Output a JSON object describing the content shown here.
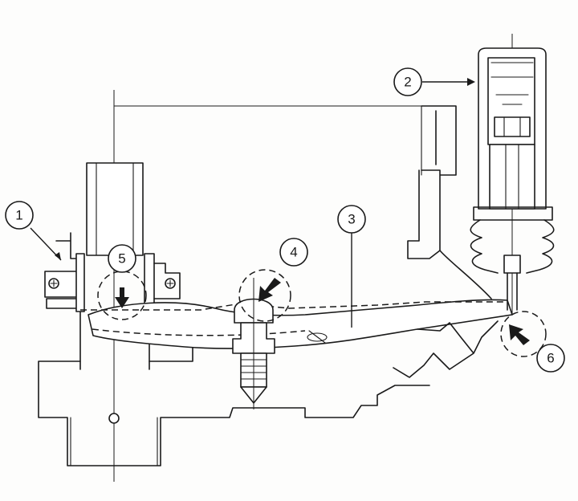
{
  "callouts": [
    {
      "id": "1",
      "label": "1"
    },
    {
      "id": "2",
      "label": "2"
    },
    {
      "id": "3",
      "label": "3"
    },
    {
      "id": "4",
      "label": "4"
    },
    {
      "id": "5",
      "label": "5"
    },
    {
      "id": "6",
      "label": "6"
    }
  ],
  "colors": {
    "line": "#1a1a1a",
    "background": "#fdfdfc"
  }
}
